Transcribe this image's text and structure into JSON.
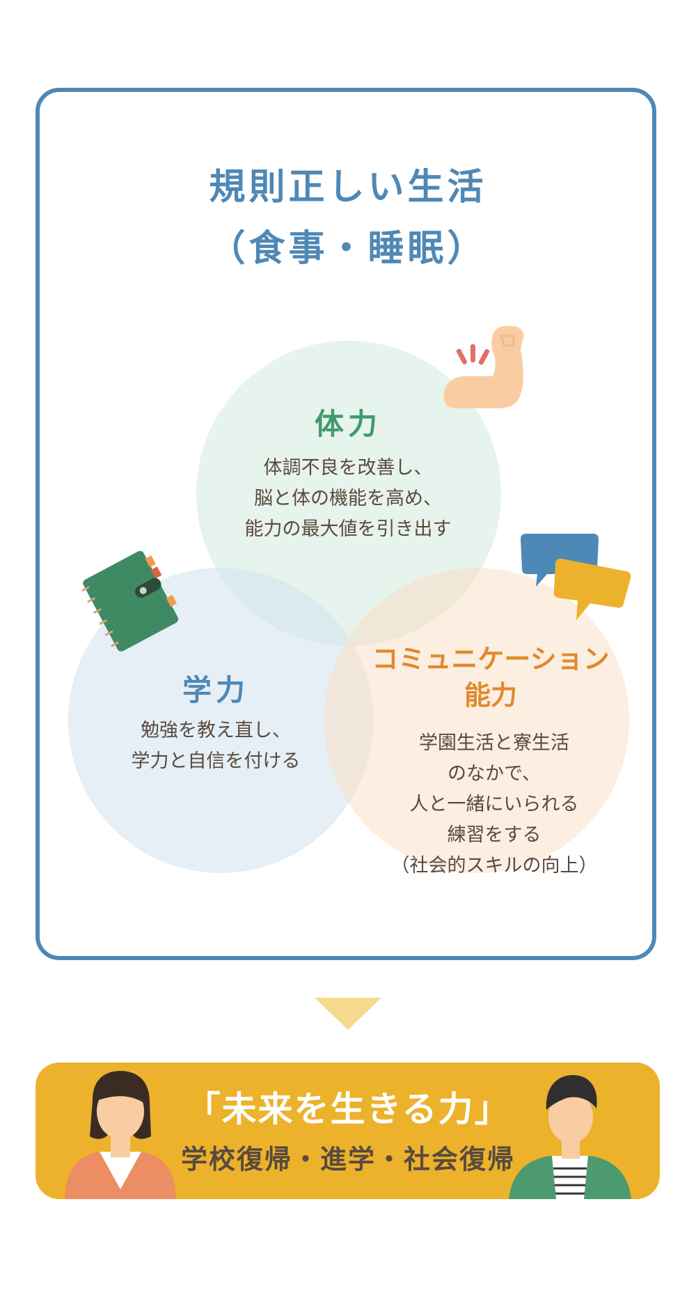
{
  "heading": {
    "line1": "規則正しい生活",
    "line2": "（食事・睡眠）"
  },
  "circles": {
    "physical": {
      "title": "体力",
      "lines": [
        "体調不良を改善し、",
        "脳と体の機能を高め、",
        "能力の最大値を引き出す"
      ],
      "icon": "flexed-arm-icon",
      "color": "#3f9a6c"
    },
    "academic": {
      "title": "学力",
      "lines": [
        "勉強を教え直し、",
        "学力と自信を付ける"
      ],
      "icon": "notebook-icon",
      "color": "#4e88b6"
    },
    "communication": {
      "title_lines": [
        "コミュニケーション",
        "能力"
      ],
      "lines": [
        "学園生活と寮生活",
        "のなかで、",
        "人と一緒にいられる",
        "練習をする",
        "（社会的スキルの向上）"
      ],
      "icon": "speech-bubbles-icon",
      "color": "#e08a2b"
    }
  },
  "arrow": {
    "icon": "down-triangle-icon",
    "color": "#f5d98c"
  },
  "result": {
    "title": "「未来を生きる力」",
    "subtitle": "学校復帰・進学・社会復帰",
    "icons": [
      "woman-avatar-icon",
      "man-avatar-icon"
    ],
    "color": "#ecb22b"
  }
}
